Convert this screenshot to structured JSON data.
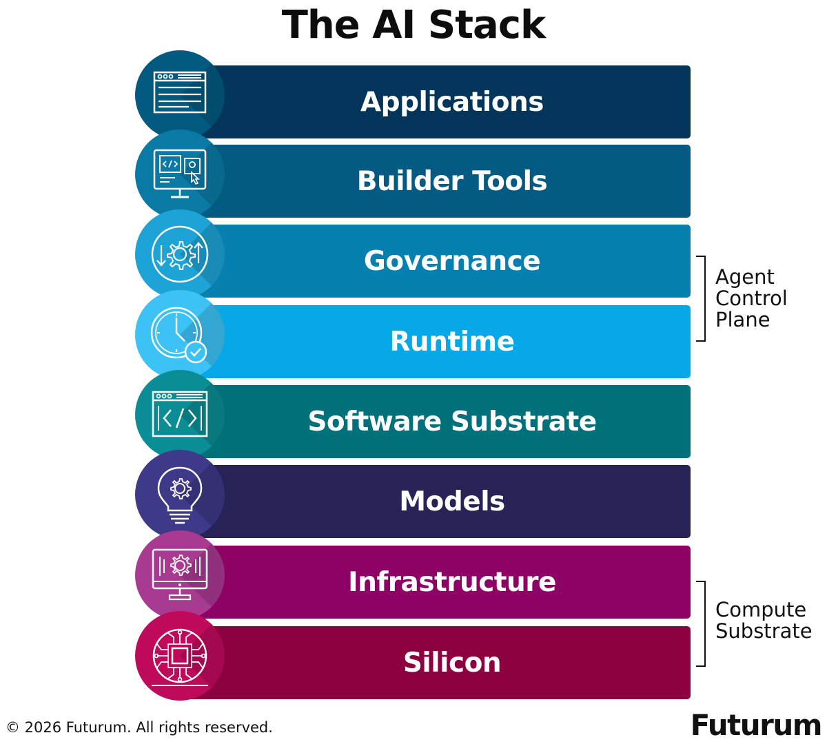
{
  "title": "The AI Stack",
  "layers": [
    {
      "label": "Applications",
      "icon": "app-window-icon",
      "bar_color": "#023559",
      "circle_color": "#035a80"
    },
    {
      "label": "Builder Tools",
      "icon": "dev-monitor-icon",
      "bar_color": "#035a82",
      "circle_color": "#0a7aa5"
    },
    {
      "label": "Governance",
      "icon": "gear-arrows-icon",
      "bar_color": "#0780b0",
      "circle_color": "#1da3d6"
    },
    {
      "label": "Runtime",
      "icon": "clock-check-icon",
      "bar_color": "#06a8e8",
      "circle_color": "#3cc2f5"
    },
    {
      "label": "Software Substrate",
      "icon": "code-window-icon",
      "bar_color": "#00717a",
      "circle_color": "#0a8d94"
    },
    {
      "label": "Models",
      "icon": "lightbulb-gear-icon",
      "bar_color": "#272356",
      "circle_color": "#3e3988"
    },
    {
      "label": "Infrastructure",
      "icon": "gear-monitor-icon",
      "bar_color": "#8e0266",
      "circle_color": "#a93a92"
    },
    {
      "label": "Silicon",
      "icon": "chip-icon",
      "bar_color": "#8e0140",
      "circle_color": "#bf0a5c"
    }
  ],
  "groups": [
    {
      "lines": [
        "Agent",
        "Control",
        "Plane"
      ]
    },
    {
      "lines": [
        "Compute",
        "Substrate"
      ]
    }
  ],
  "footer": {
    "copyright": "© 2026 Futurum. All rights reserved.",
    "logo": "Futurum"
  }
}
